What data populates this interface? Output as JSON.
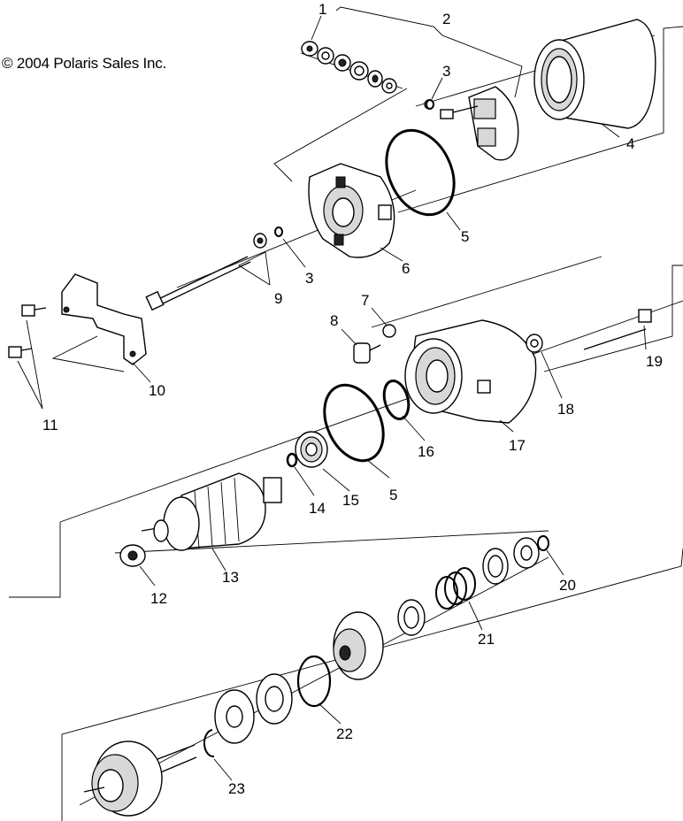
{
  "copyright": "© 2004 Polaris Sales Inc.",
  "callouts": [
    "1",
    "2",
    "3",
    "4",
    "5",
    "3",
    "6",
    "7",
    "8",
    "9",
    "10",
    "11",
    "5",
    "14",
    "15",
    "16",
    "17",
    "18",
    "19",
    "12",
    "13",
    "20",
    "21",
    "22",
    "23"
  ],
  "colors": {
    "line": "#000000",
    "background": "#ffffff",
    "shade": "#d8d8d8"
  }
}
